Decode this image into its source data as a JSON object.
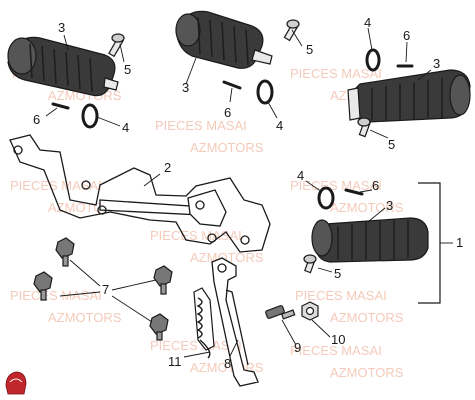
{
  "watermark": {
    "line1": "PIECES MASAI",
    "line2": "AZMOTORS"
  },
  "callouts": {
    "c1": "1",
    "c2": "2",
    "c3": "3",
    "c4": "4",
    "c5": "5",
    "c6": "6",
    "c7": "7",
    "c8": "8",
    "c9": "9",
    "c10": "10",
    "c11": "11"
  },
  "colors": {
    "rubber": "#3a3a3a",
    "metal": "#e9e9e9",
    "line": "#1a1a1a",
    "watermark": "#f1b9a4",
    "logo": "#c0262c"
  },
  "icons": {
    "logo": "masai-helmet-logo"
  }
}
